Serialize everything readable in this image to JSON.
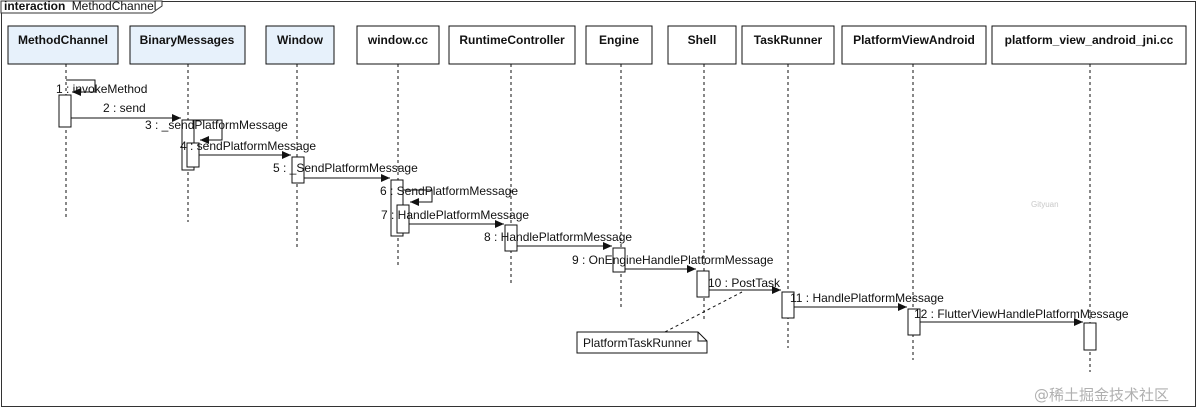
{
  "frame": {
    "title_keyword": "interaction",
    "title_name": "MethodChannel"
  },
  "colors": {
    "accent_header_fill": "#e7f1fb",
    "plain_header_fill": "#ffffff",
    "line": "#111111"
  },
  "participants": [
    {
      "id": "methodchannel",
      "label": "MethodChannel",
      "highlight": true
    },
    {
      "id": "binarymessages",
      "label": "BinaryMessages",
      "highlight": true
    },
    {
      "id": "window",
      "label": "Window",
      "highlight": true
    },
    {
      "id": "window-cc",
      "label": "window.cc",
      "highlight": false
    },
    {
      "id": "runtimecontroller",
      "label": "RuntimeController",
      "highlight": false
    },
    {
      "id": "engine",
      "label": "Engine",
      "highlight": false
    },
    {
      "id": "shell",
      "label": "Shell",
      "highlight": false
    },
    {
      "id": "taskrunner",
      "label": "TaskRunner",
      "highlight": false
    },
    {
      "id": "platformviewandroid",
      "label": "PlatformViewAndroid",
      "highlight": false
    },
    {
      "id": "platform-view-android-jni",
      "label": "platform_view_android_jni.cc",
      "highlight": false
    }
  ],
  "messages": [
    {
      "label": "1 : invokeMethod"
    },
    {
      "label": "2 : send"
    },
    {
      "label": "3 : _sendPlatformMessage"
    },
    {
      "label": "4 : sendPlatformMessage"
    },
    {
      "label": "5 : _SendPlatformMessage"
    },
    {
      "label": "6 : SendPlatformMessage"
    },
    {
      "label": "7 : HandlePlatformMessage"
    },
    {
      "label": "8 : HandlePlatformMessage"
    },
    {
      "label": "9 : OnEngineHandlePlatformMessage"
    },
    {
      "label": "10 : PostTask"
    },
    {
      "label": "11 : HandlePlatformMessage"
    },
    {
      "label": "12 : FlutterViewHandlePlatformMessage"
    }
  ],
  "note": {
    "text": "PlatformTaskRunner"
  },
  "faint_text": "Gityuan",
  "watermark": "@稀土掘金技术社区"
}
